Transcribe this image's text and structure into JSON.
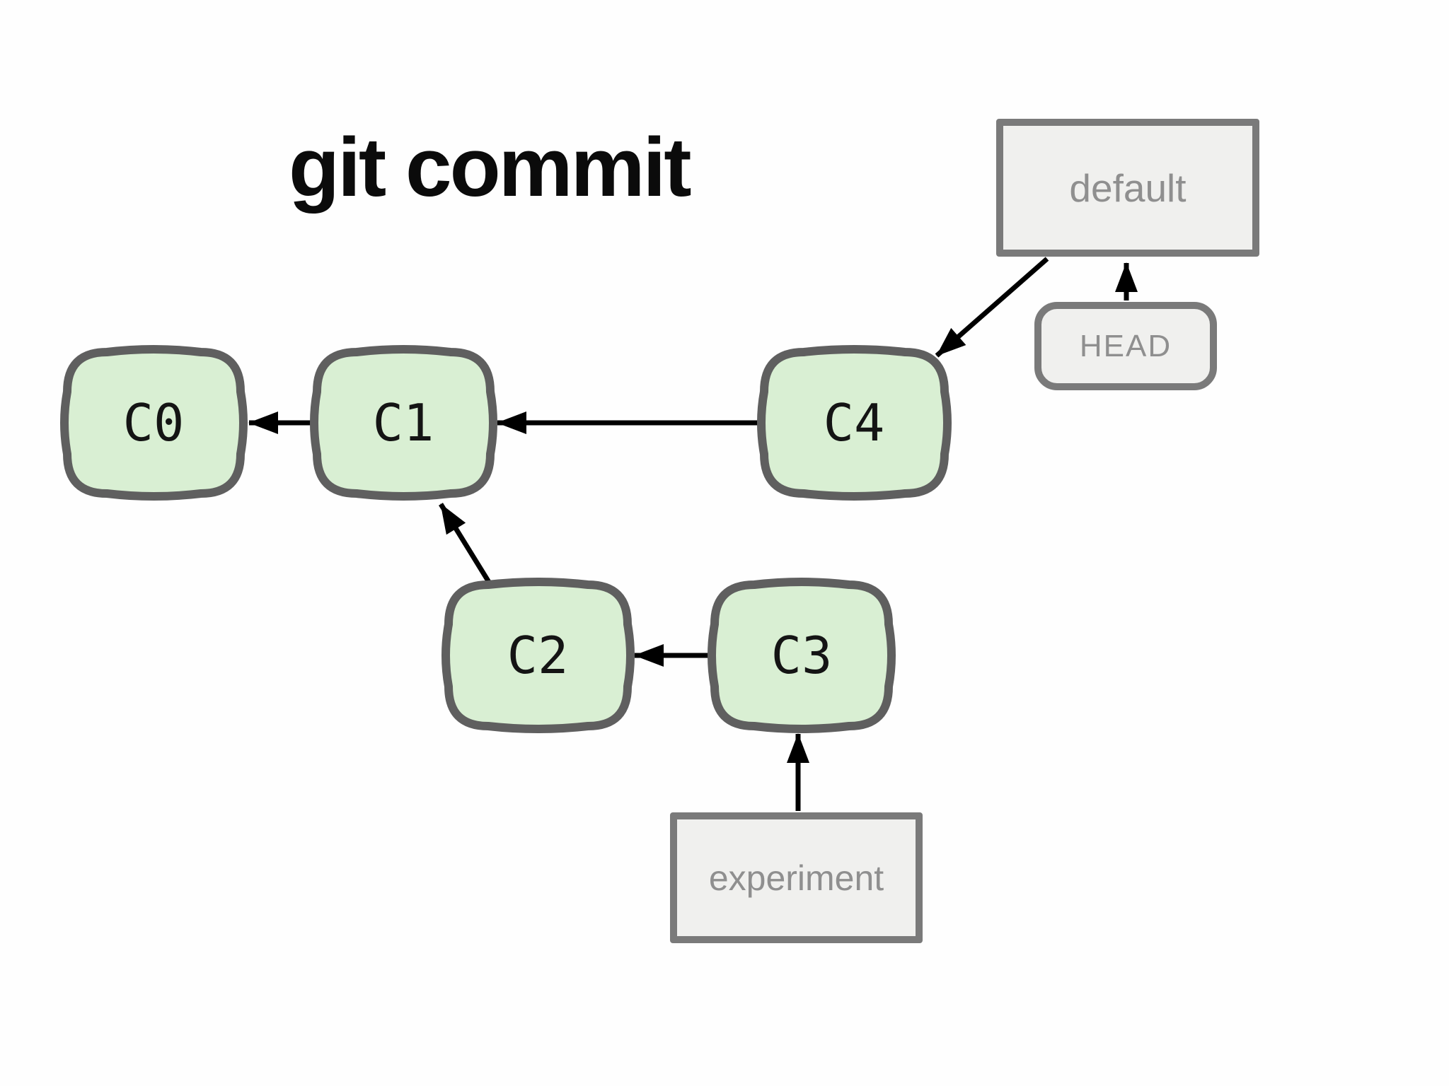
{
  "title": "git commit",
  "commits": [
    {
      "id": "C0",
      "label": "C0"
    },
    {
      "id": "C1",
      "label": "C1"
    },
    {
      "id": "C2",
      "label": "C2"
    },
    {
      "id": "C3",
      "label": "C3"
    },
    {
      "id": "C4",
      "label": "C4"
    }
  ],
  "branches": [
    {
      "label": "default"
    },
    {
      "label": "HEAD"
    },
    {
      "label": "experiment"
    }
  ],
  "edges": [
    {
      "from": "C1",
      "to": "C0"
    },
    {
      "from": "C4",
      "to": "C1"
    },
    {
      "from": "C2",
      "to": "C1"
    },
    {
      "from": "C3",
      "to": "C2"
    },
    {
      "from": "experiment",
      "to": "C3"
    },
    {
      "from": "HEAD",
      "to": "default"
    },
    {
      "from": "default",
      "to": "C4"
    }
  ],
  "colors": {
    "commit_fill": "#d9efd3",
    "commit_border": "#5f5f5f",
    "commit_text": "#141414",
    "branch_fill": "#f0f0ee",
    "branch_border": "#7a7a7a",
    "branch_text": "#8f8f8f",
    "arrow": "#000000",
    "title_text": "#0b0b0b",
    "background": "#fefefe"
  }
}
